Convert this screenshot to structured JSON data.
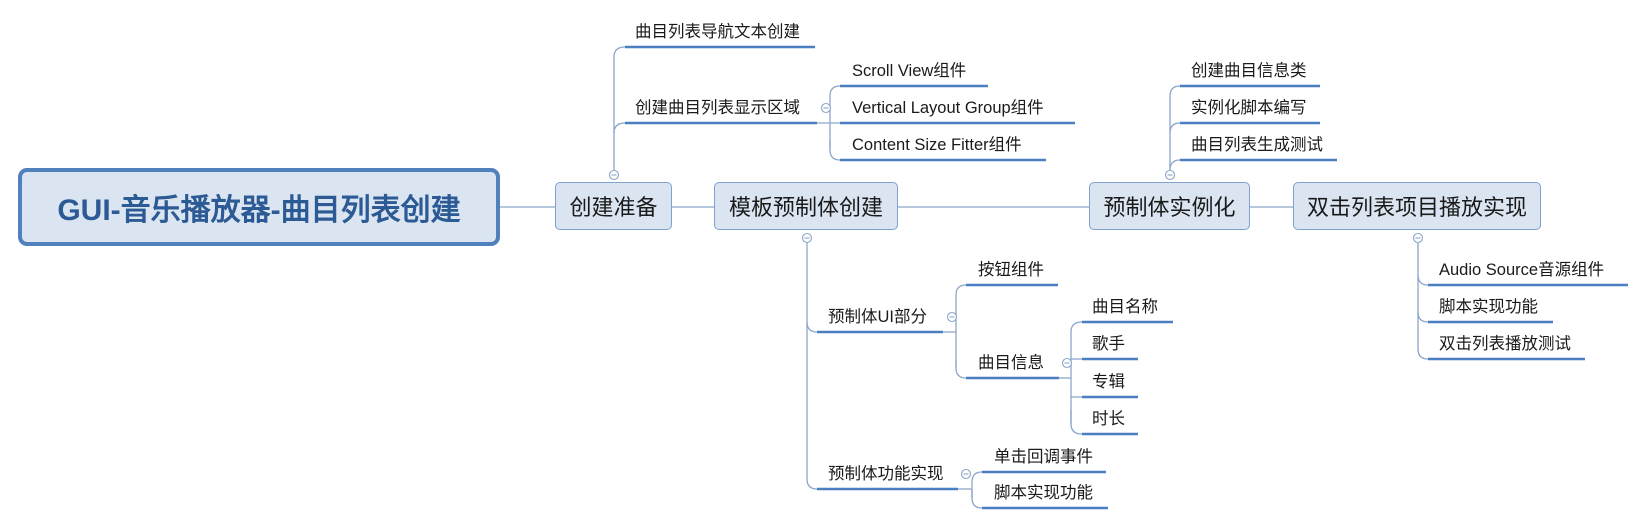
{
  "root": {
    "label": "GUI-音乐播放器-曲目列表创建"
  },
  "topics": [
    {
      "label": "创建准备",
      "children": [
        {
          "label": "曲目列表导航文本创建"
        },
        {
          "label": "创建曲目列表显示区域",
          "children": [
            {
              "label": "Scroll View组件"
            },
            {
              "label": "Vertical Layout Group组件"
            },
            {
              "label": "Content Size Fitter组件"
            }
          ]
        }
      ]
    },
    {
      "label": "模板预制体创建",
      "children": [
        {
          "label": "预制体UI部分",
          "children": [
            {
              "label": "按钮组件"
            },
            {
              "label": "曲目信息",
              "children": [
                {
                  "label": "曲目名称"
                },
                {
                  "label": "歌手"
                },
                {
                  "label": "专辑"
                },
                {
                  "label": "时长"
                }
              ]
            }
          ]
        },
        {
          "label": "预制体功能实现",
          "children": [
            {
              "label": "单击回调事件"
            },
            {
              "label": "脚本实现功能"
            }
          ]
        }
      ]
    },
    {
      "label": "预制体实例化",
      "children": [
        {
          "label": "创建曲目信息类"
        },
        {
          "label": "实例化脚本编写"
        },
        {
          "label": "曲目列表生成测试"
        }
      ]
    },
    {
      "label": "双击列表项目播放实现",
      "children": [
        {
          "label": "Audio Source音源组件"
        },
        {
          "label": "脚本实现功能"
        },
        {
          "label": "双击列表播放测试"
        }
      ]
    }
  ],
  "colors": {
    "line": "#8ba6c9",
    "underline": "#4a7fc1",
    "box_fill": "#dbe5f1",
    "box_border": "#7fa1cc",
    "root_border": "#4f81bd",
    "root_text": "#2c5a94",
    "text": "#1a1a1a"
  }
}
